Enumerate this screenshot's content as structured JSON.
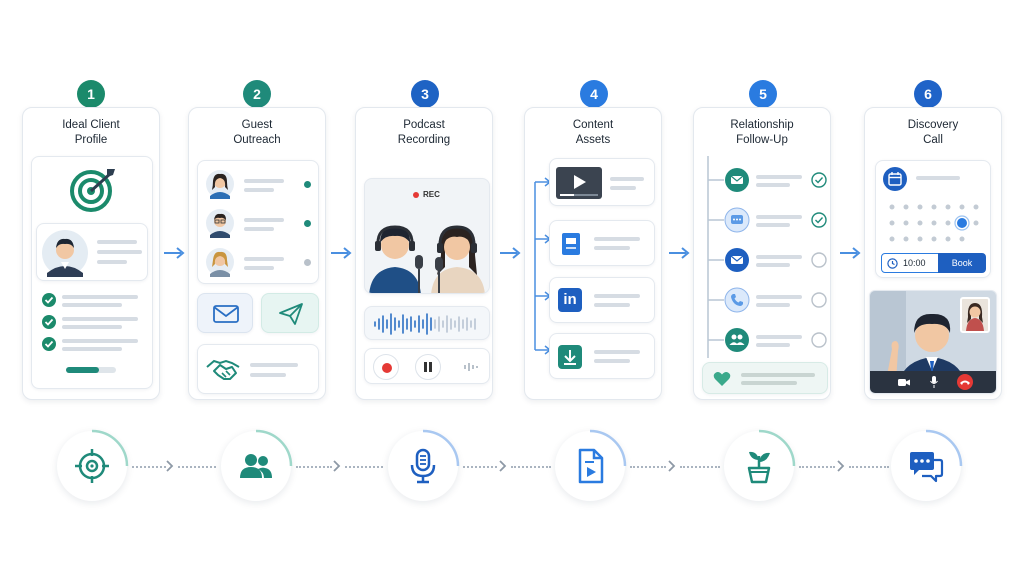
{
  "steps": [
    {
      "number": "1",
      "title_line1": "Ideal Client",
      "title_line2": "Profile",
      "color": "#1b8a6b"
    },
    {
      "number": "2",
      "title_line1": "Guest",
      "title_line2": "Outreach",
      "color": "#1f8a7a"
    },
    {
      "number": "3",
      "title_line1": "Podcast",
      "title_line2": "Recording",
      "color": "#1e63c4"
    },
    {
      "number": "4",
      "title_line1": "Content",
      "title_line2": "Assets",
      "color": "#2a7be0"
    },
    {
      "number": "5",
      "title_line1": "Relationship",
      "title_line2": "Follow-Up",
      "color": "#2a7be0"
    },
    {
      "number": "6",
      "title_line1": "Discovery",
      "title_line2": "Call",
      "color": "#1f63c8"
    }
  ],
  "recording": {
    "rec_label": "REC"
  },
  "content_assets": {
    "linkedin_label": "in"
  },
  "booking": {
    "time": "10:00",
    "button_label": "Book"
  },
  "icons": {
    "card1": [
      "target-icon",
      "avatar",
      "check-icon"
    ],
    "card2": [
      "mail-icon",
      "send-icon",
      "handshake-icon"
    ],
    "card3": [
      "microphone-icon",
      "record-icon",
      "pause-icon"
    ],
    "card4": [
      "video-icon",
      "document-icon",
      "linkedin-icon",
      "download-icon"
    ],
    "card5": [
      "mail-icon",
      "chat-icon",
      "phone-icon",
      "people-icon",
      "heart-icon"
    ],
    "card6": [
      "calendar-icon",
      "clock-icon",
      "camera-icon",
      "mic-icon",
      "hangup-icon"
    ],
    "bottom": [
      "crosshair-icon",
      "users-icon",
      "microphone-icon",
      "file-play-icon",
      "plant-icon",
      "chat-bubbles-icon"
    ]
  },
  "colors": {
    "teal": "#1f8a7a",
    "blue": "#2a7be0",
    "dark_blue": "#1e5fc0",
    "red": "#e53935"
  }
}
